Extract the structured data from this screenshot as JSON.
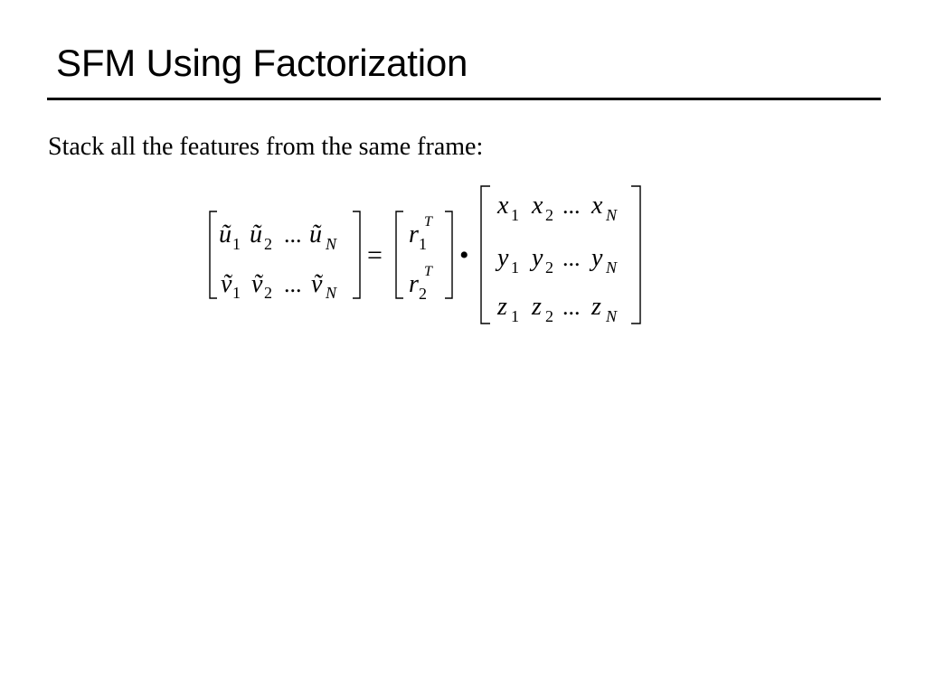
{
  "slide": {
    "title": "SFM Using Factorization",
    "intro": "Stack all the features from the same frame:"
  },
  "equation": {
    "lhs": {
      "rows": [
        [
          {
            "base": "ũ",
            "sub": "1"
          },
          {
            "base": "ũ",
            "sub": "2"
          },
          {
            "base": "...",
            "sub": ""
          },
          {
            "base": "ũ",
            "sub": "N"
          }
        ],
        [
          {
            "base": "ṽ",
            "sub": "1"
          },
          {
            "base": "ṽ",
            "sub": "2"
          },
          {
            "base": "...",
            "sub": ""
          },
          {
            "base": "ṽ",
            "sub": "N"
          }
        ]
      ]
    },
    "equals": "=",
    "rotation": {
      "rows": [
        {
          "base": "r",
          "sub": "1",
          "sup": "T"
        },
        {
          "base": "r",
          "sub": "2",
          "sup": "T"
        }
      ]
    },
    "operator": "•",
    "points": {
      "rows": [
        [
          {
            "base": "x",
            "sub": "1"
          },
          {
            "base": "x",
            "sub": "2"
          },
          {
            "base": "...",
            "sub": ""
          },
          {
            "base": "x",
            "sub": "N"
          }
        ],
        [
          {
            "base": "y",
            "sub": "1"
          },
          {
            "base": "y",
            "sub": "2"
          },
          {
            "base": "...",
            "sub": ""
          },
          {
            "base": "y",
            "sub": "N"
          }
        ],
        [
          {
            "base": "z",
            "sub": "1"
          },
          {
            "base": "z",
            "sub": "2"
          },
          {
            "base": "...",
            "sub": ""
          },
          {
            "base": "z",
            "sub": "N"
          }
        ]
      ]
    }
  }
}
